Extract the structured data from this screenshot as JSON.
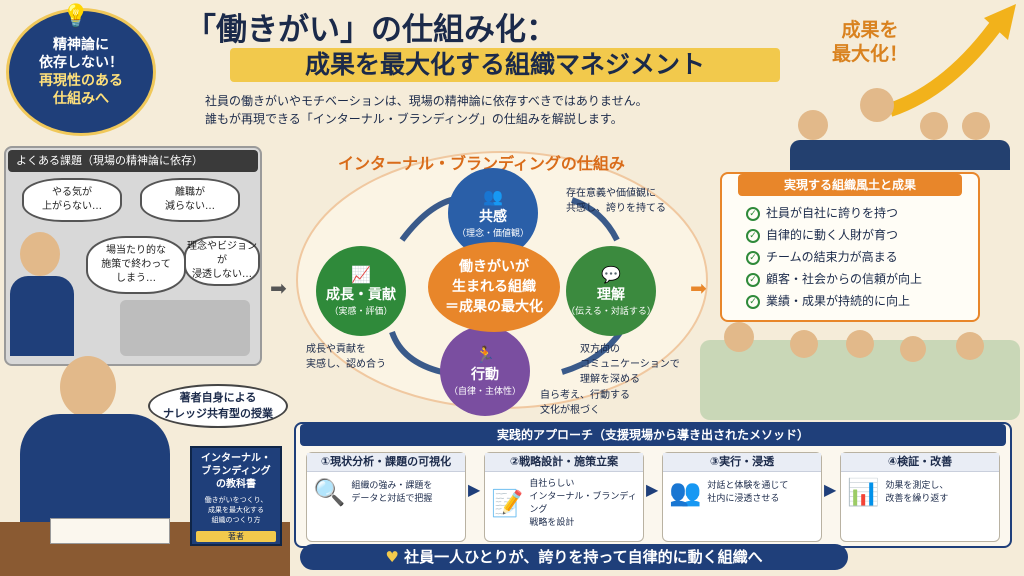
{
  "header": {
    "badge_line1": "精神論に",
    "badge_line2": "依存しない！",
    "badge_line3": "再現性のある",
    "badge_line4": "仕組みへ",
    "title_line1": "「働きがい」の仕組み化：",
    "title_line2": "成果を最大化する組織マネジメント",
    "intro_line1": "社員の働きがいやモチベーションは、現場の精神論に依存すべきではありません。",
    "intro_line2": "誰もが再現できる「インターナル・ブランディング」の仕組みを解説します。",
    "max_line1": "成果を",
    "max_line2": "最大化！"
  },
  "issues": {
    "title": "よくある課題（現場の精神論に依存）",
    "bubble1_l1": "やる気が",
    "bubble1_l2": "上がらない…",
    "bubble2_l1": "離職が",
    "bubble2_l2": "減らない…",
    "bubble3_l1": "場当たり的な",
    "bubble3_l2": "施策で終わって",
    "bubble3_l3": "しまう…",
    "bubble4_l1": "理念やビジョンが",
    "bubble4_l2": "浸透しない…"
  },
  "cycle": {
    "title": "インターナル・ブランディングの仕組み",
    "center_l1": "働きがいが",
    "center_l2": "生まれる組織",
    "center_l3": "＝成果の最大化",
    "empathy_label": "共感",
    "empathy_sub": "（理念・価値観）",
    "empathy_desc_l1": "存在意義や価値観に",
    "empathy_desc_l2": "共感し、誇りを持てる",
    "understand_label": "理解",
    "understand_sub": "（伝える・対話する）",
    "understand_desc_l1": "双方向の",
    "understand_desc_l2": "コミュニケーションで",
    "understand_desc_l3": "理解を深める",
    "action_label": "行動",
    "action_sub": "（自律・主体性）",
    "action_desc_l1": "自ら考え、行動する",
    "action_desc_l2": "文化が根づく",
    "growth_label": "成長・貢献",
    "growth_sub": "（実感・評価）",
    "growth_desc_l1": "成長や貢献を",
    "growth_desc_l2": "実感し、認め合う"
  },
  "results": {
    "title": "実現する組織風土と成果",
    "items": [
      "社員が自社に誇りを持つ",
      "自律的に動く人財が育つ",
      "チームの結束力が高まる",
      "顧客・社会からの信頼が向上",
      "業績・成果が持続的に向上"
    ]
  },
  "lecture": {
    "bubble_l1": "著者自身による",
    "bubble_l2": "ナレッジ共有型の授業",
    "book_l1": "インターナル・",
    "book_l2": "ブランディング",
    "book_l3": "の教科書",
    "book_sub_l1": "働きがいをつくり、",
    "book_sub_l2": "成果を最大化する",
    "book_sub_l3": "組織のつくり方",
    "book_author": "著者"
  },
  "approach": {
    "title": "実践的アプローチ（支援現場から導き出されたメソッド）",
    "step1_title": "①現状分析・課題の可視化",
    "step1_l1": "組織の強み・課題を",
    "step1_l2": "データと対話で把握",
    "step2_title": "②戦略設計・施策立案",
    "step2_l1": "自社らしい",
    "step2_l2": "インターナル・ブランディング",
    "step2_l3": "戦略を設計",
    "step3_title": "③実行・浸透",
    "step3_l1": "対話と体験を通じて",
    "step3_l2": "社内に浸透させる",
    "step4_title": "④検証・改善",
    "step4_l1": "効果を測定し、",
    "step4_l2": "改善を繰り返す"
  },
  "footer": {
    "message": "社員一人ひとりが、誇りを持って自律的に動く組織へ"
  },
  "colors": {
    "navy": "#1f3f7a",
    "orange": "#e8862a",
    "empathy": "#2a5fa8",
    "understand": "#3b8a3e",
    "action": "#7a4ea0",
    "growth": "#2f8a3a"
  }
}
